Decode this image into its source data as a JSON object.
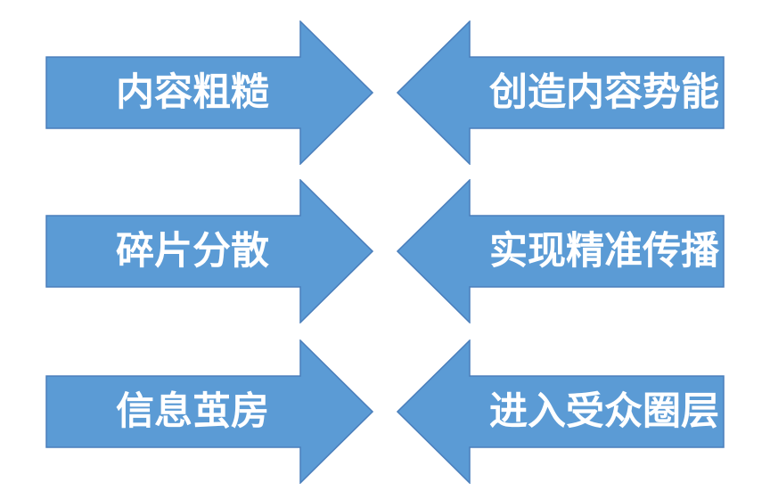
{
  "colors": {
    "canvas_bg": "#ffffff",
    "arrow_fill": "#5B9BD5",
    "arrow_border": "#4A7EBB",
    "label_color": "#ffffff"
  },
  "rows": [
    {
      "left": {
        "label": "内容粗糙"
      },
      "right": {
        "label": "创造内容势能"
      }
    },
    {
      "left": {
        "label": "碎片分散"
      },
      "right": {
        "label": "实现精准传播"
      }
    },
    {
      "left": {
        "label": "信息茧房"
      },
      "right": {
        "label": "进入受众圈层"
      }
    }
  ]
}
